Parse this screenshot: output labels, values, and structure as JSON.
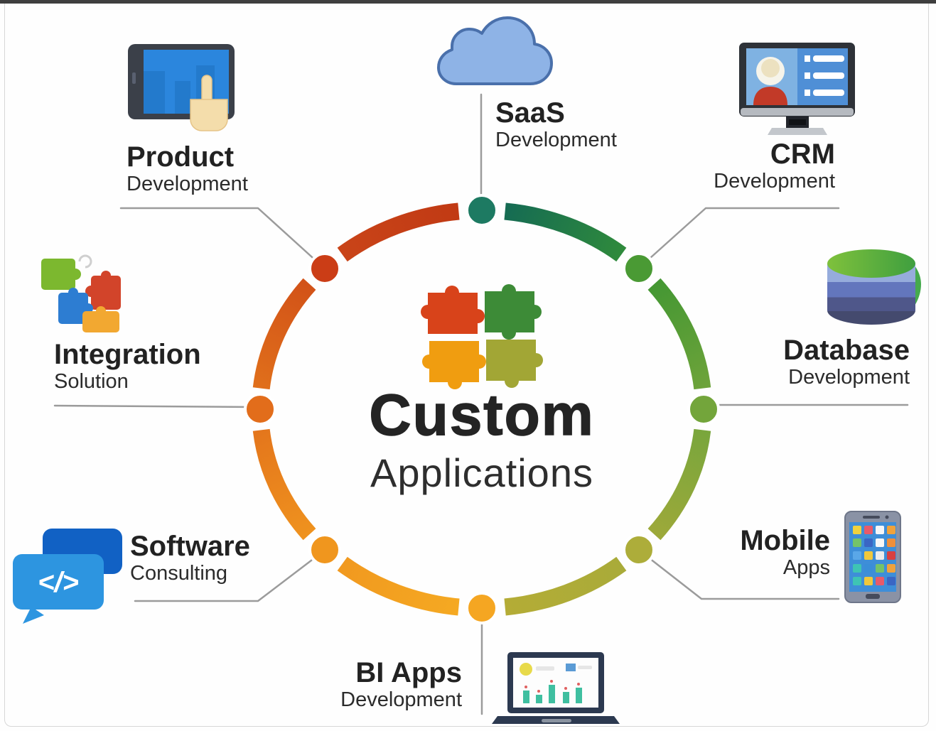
{
  "diagram": {
    "title_line1": "Custom",
    "title_line2": "Applications"
  },
  "nodes": {
    "product": {
      "label": "Product",
      "sublabel": "Development",
      "icon": "tablet-touch-icon"
    },
    "saas": {
      "label": "SaaS",
      "sublabel": "Development",
      "icon": "cloud-icon"
    },
    "crm": {
      "label": "CRM",
      "sublabel": "Development",
      "icon": "crm-monitor-icon"
    },
    "database": {
      "label": "Database",
      "sublabel": "Development",
      "icon": "database-cylinder-icon"
    },
    "mobile": {
      "label": "Mobile",
      "sublabel": "Apps",
      "icon": "smartphone-icon"
    },
    "bi": {
      "label": "BI Apps",
      "sublabel": "Development",
      "icon": "laptop-chart-icon"
    },
    "software": {
      "label": "Software",
      "sublabel": "Consulting",
      "icon": "code-chat-bubbles-icon"
    },
    "integration": {
      "label": "Integration",
      "sublabel": "Solution",
      "icon": "puzzle-pieces-icon"
    }
  },
  "icons": {
    "software_code_glyph": "</>"
  },
  "palette": {
    "ring_red": "#c94418",
    "ring_orange_dark": "#e06f1b",
    "ring_orange": "#f0961e",
    "ring_yellow": "#f5a622",
    "ring_olive": "#a9ab39",
    "ring_green": "#4a9a34",
    "ring_teal_green": "#156b53",
    "dot_top": "#1d7a62",
    "connector_gray": "#9b9b9b",
    "text_color": "#262626",
    "cloud_blue": "#8eb3e6",
    "bubble_front_blue": "#2d95e0",
    "bubble_back_blue": "#1161c4",
    "tablet_screen_blue": "#2b86dd"
  }
}
